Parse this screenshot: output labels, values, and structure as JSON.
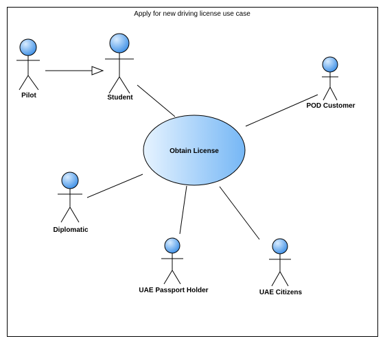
{
  "diagram": {
    "title": "Apply for new driving license use case",
    "use_case": {
      "label": "Obtain License",
      "fill_light": "#e6f3ff",
      "fill_dark": "#76b7f5",
      "stroke": "#000000"
    },
    "actors": {
      "pilot": {
        "label": "Pilot"
      },
      "student": {
        "label": "Student"
      },
      "pod_customer": {
        "label": "POD Customer"
      },
      "diplomatic": {
        "label": "Diplomatic"
      },
      "uae_passport_holder": {
        "label": "UAE Passport Holder"
      },
      "uae_citizens": {
        "label": "UAE Citizens"
      }
    },
    "actor_head_color_light": "#d8ecff",
    "actor_head_color_dark": "#3d8fe6",
    "relationships": [
      {
        "type": "generalization",
        "from": "Pilot",
        "to": "Student"
      },
      {
        "type": "association",
        "from": "Student",
        "to": "Obtain License"
      },
      {
        "type": "association",
        "from": "POD Customer",
        "to": "Obtain License"
      },
      {
        "type": "association",
        "from": "Diplomatic",
        "to": "Obtain License"
      },
      {
        "type": "association",
        "from": "UAE Passport Holder",
        "to": "Obtain License"
      },
      {
        "type": "association",
        "from": "UAE Citizens",
        "to": "Obtain License"
      }
    ]
  }
}
